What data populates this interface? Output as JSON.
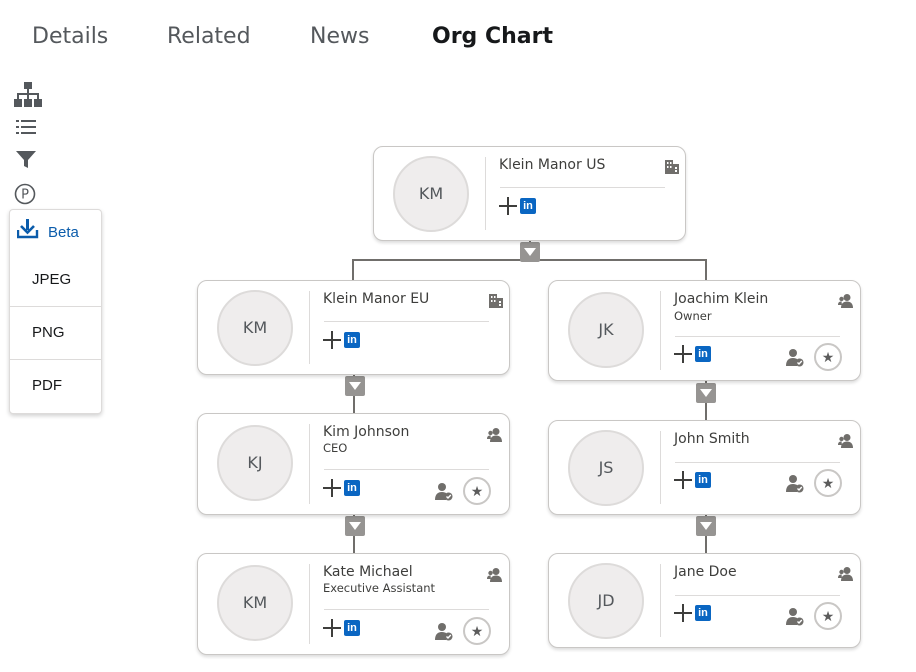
{
  "tabs": [
    {
      "label": "Details"
    },
    {
      "label": "Related"
    },
    {
      "label": "News"
    },
    {
      "label": "Org Chart",
      "active": true
    }
  ],
  "toolbar": {
    "icons": [
      "hierarchy-icon",
      "list-icon",
      "filter-icon",
      "parent-p-icon"
    ],
    "export": {
      "label": "Beta",
      "icon": "download-icon",
      "options": [
        "JPEG",
        "PNG",
        "PDF"
      ]
    }
  },
  "colors": {
    "linkedin": "#0a66c2",
    "accent": "#0b5cab",
    "connector": "#706e6b"
  },
  "nodes": {
    "root": {
      "initials": "KM",
      "name": "Klein Manor US",
      "title": "",
      "type": "account"
    },
    "eu": {
      "initials": "KM",
      "name": "Klein Manor EU",
      "title": "",
      "type": "account"
    },
    "joachim": {
      "initials": "JK",
      "name": "Joachim Klein",
      "title": "Owner",
      "type": "contact"
    },
    "kim": {
      "initials": "KJ",
      "name": "Kim Johnson",
      "title": "CEO",
      "type": "contact"
    },
    "john": {
      "initials": "JS",
      "name": "John Smith",
      "title": "",
      "type": "contact"
    },
    "kate": {
      "initials": "KM",
      "name": "Kate Michael",
      "title": "Executive Assistant",
      "type": "contact"
    },
    "jane": {
      "initials": "JD",
      "name": "Jane Doe",
      "title": "",
      "type": "contact"
    }
  },
  "linkedin_label": "in",
  "star_glyph": "★"
}
